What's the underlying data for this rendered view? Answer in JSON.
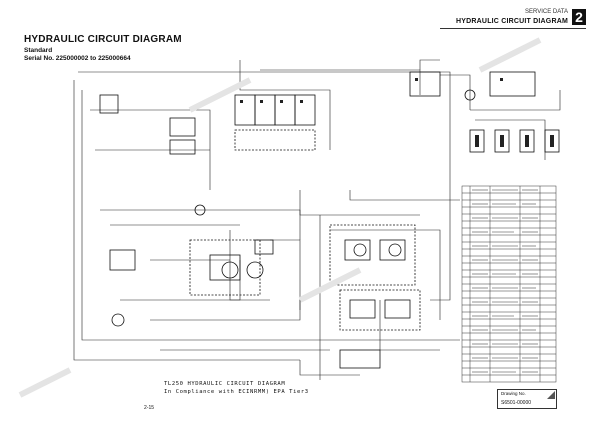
{
  "header": {
    "section": "SERVICE DATA",
    "title": "HYDRAULIC CIRCUIT DIAGRAM",
    "chapter": "2"
  },
  "page": {
    "title": "HYDRAULIC CIRCUIT DIAGRAM",
    "subtitle_1": "Standard",
    "subtitle_2": "Serial No. 225000002 to 225000664"
  },
  "caption": {
    "line_1": "TL250 HYDRAULIC CIRCUIT DIAGRAM",
    "line_2": "In Compliance with ECINRMM) EPA Tier3"
  },
  "page_number": "2-15",
  "drawing_box": {
    "label": "Drawing No.",
    "number": "S6501-00000"
  }
}
